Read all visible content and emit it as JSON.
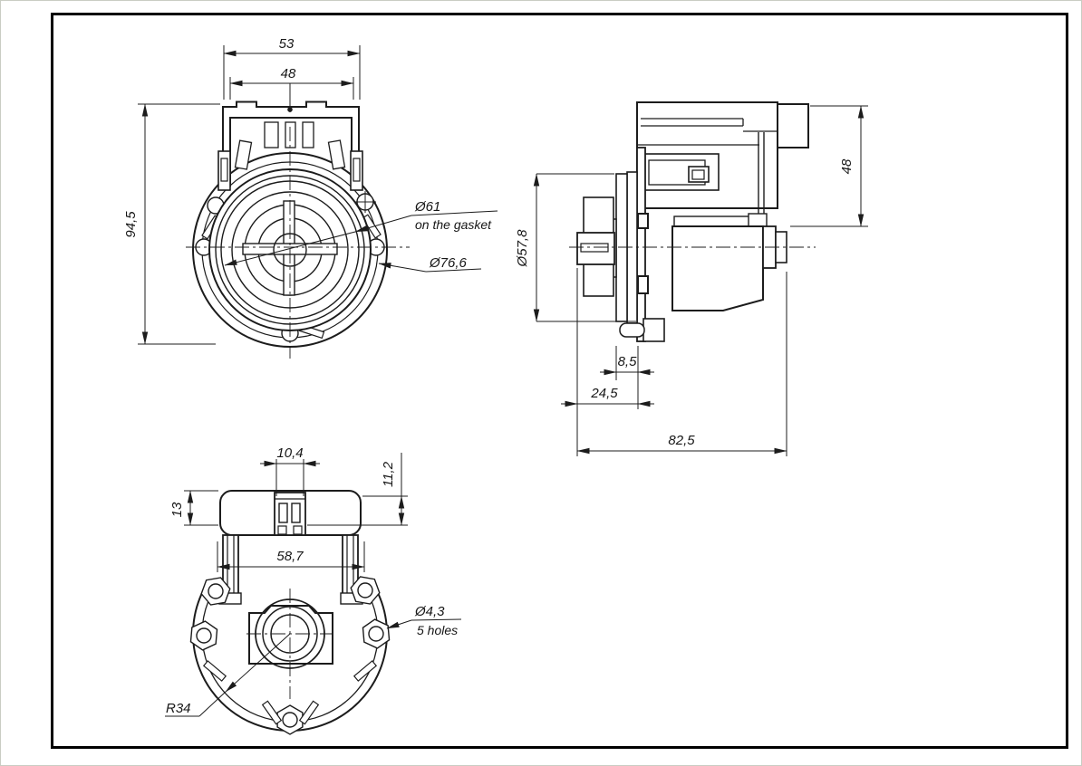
{
  "front_view": {
    "label_width_outer": "53",
    "label_width_inner": "48",
    "label_height": "94,5",
    "label_gasket_dia": "Ø61",
    "label_gasket_note": "on the gasket",
    "label_face_dia": "Ø76,6"
  },
  "side_view": {
    "label_bracket_height": "48",
    "label_flange_dia": "Ø57,8",
    "label_flange_offset": "8,5",
    "label_pump_depth": "24,5",
    "label_total_length": "82,5"
  },
  "bottom_view": {
    "label_connector_width": "10,4",
    "label_connector_height": "11,2",
    "label_housing_height": "13",
    "label_mount_width": "58,7",
    "label_flange_radius": "R34",
    "label_hole_dia": "Ø4,3",
    "label_hole_count": "5 holes"
  },
  "colors": {
    "line": "#1c1c1c",
    "frame": "#000000",
    "page_edge": "#c9cdc3",
    "background": "#ffffff"
  }
}
